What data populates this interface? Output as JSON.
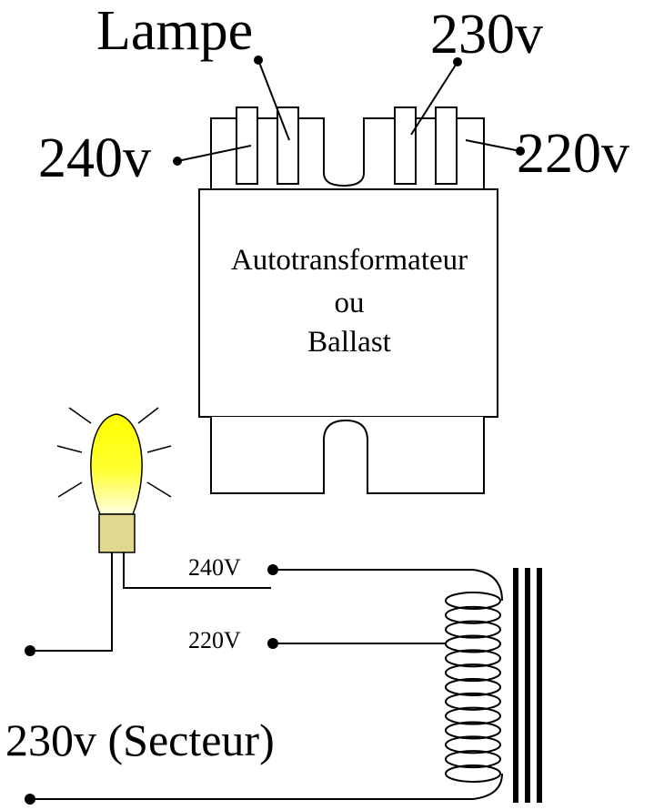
{
  "labels": {
    "lampe": "Lampe",
    "v230_top": "230v",
    "v240_left": "240v",
    "v220_right": "220v",
    "box_line1": "Autotransformateur",
    "box_line2": "ou",
    "box_line3": "Ballast",
    "tap_240": "240V",
    "tap_220": "220V",
    "secteur": "230v (Secteur)"
  },
  "colors": {
    "bulb_yellow": "#ffff00",
    "bulb_base": "#e0d890",
    "line": "#000000"
  }
}
